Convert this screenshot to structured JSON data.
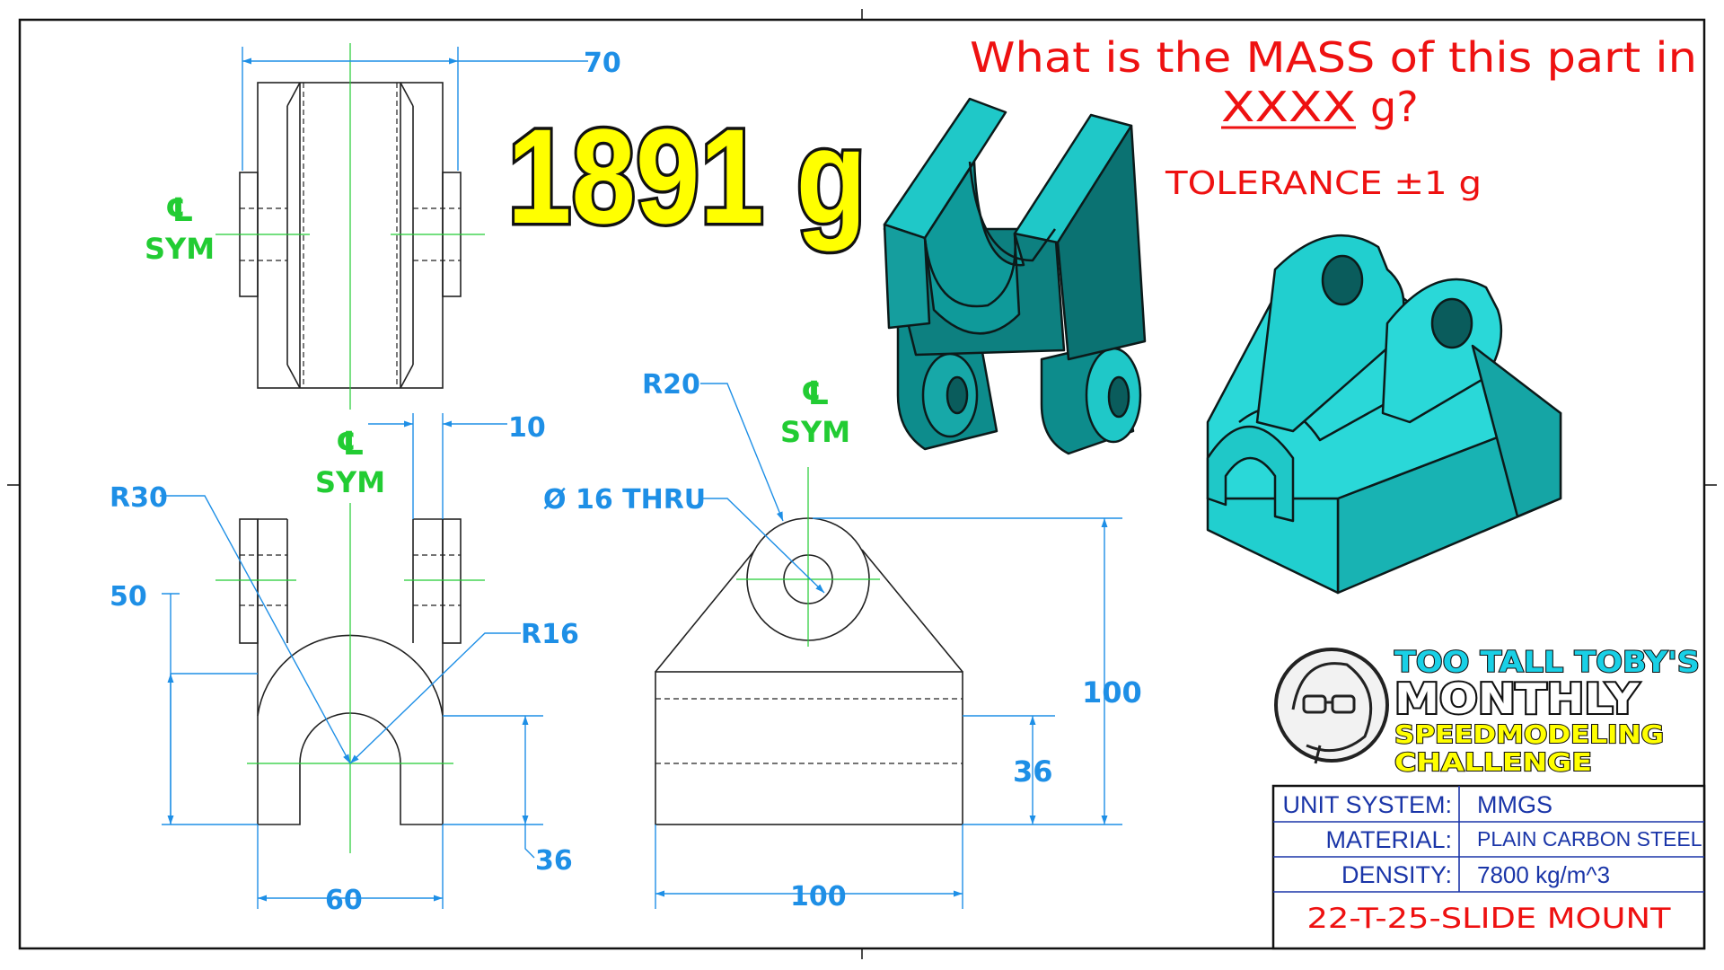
{
  "question": {
    "line1": "What is the MASS of this part in",
    "placeholder": "XXXX",
    "unit": "g?",
    "tolerance": "TOLERANCE ±1 g"
  },
  "answer": "1891 g",
  "dimensions": {
    "top_width": "70",
    "slot_width": "10",
    "r30": "R30",
    "r20": "R20",
    "r16": "R16",
    "hole": "Ø 16 THRU",
    "h50": "50",
    "h36_left": "36",
    "w60": "60",
    "w100": "100",
    "h100": "100",
    "h36_right": "36"
  },
  "symmetry": {
    "line1": "℄",
    "line2": "SYM"
  },
  "logo": {
    "line1": "TOO TALL TOBY'S",
    "line2": "MONTHLY",
    "line3": "SPEEDMODELING",
    "line4": "CHALLENGE"
  },
  "title_block": {
    "unit_label": "UNIT SYSTEM:",
    "unit_value": "MMGS",
    "material_label": "MATERIAL:",
    "material_value": "PLAIN CARBON STEEL",
    "density_label": "DENSITY:",
    "density_value": "7800 kg/m^3",
    "part_name": "22-T-25-SLIDE MOUNT"
  },
  "colors": {
    "dimension": "#1e8fe6",
    "symmetry": "#22cc33",
    "heading": "#ee1111",
    "model": "#1fc8c8",
    "answer": "#ffff00"
  }
}
